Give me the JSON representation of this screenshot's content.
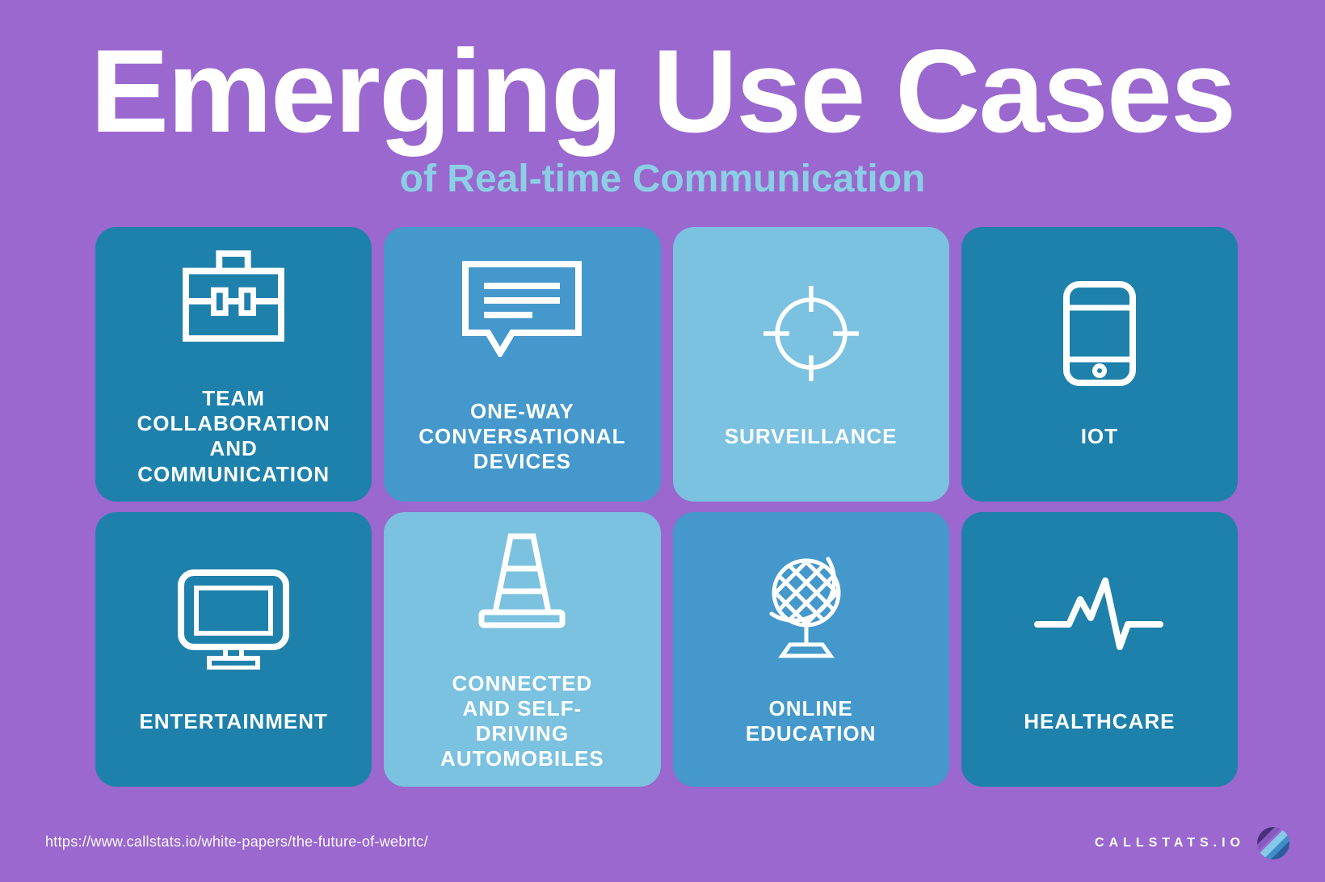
{
  "page": {
    "title": "Emerging Use Cases",
    "subtitle": "of Real-time Communication",
    "footer_url": "https://www.callstats.io/white-papers/the-future-of-webrtc/",
    "brand": "CALLSTATS.IO"
  },
  "colors": {
    "background_purple": "#9a68ce",
    "card_dark_teal": "#1e81ab",
    "card_medium_blue": "#4498cb",
    "card_light_blue": "#7bc1e0",
    "subtitle_blue": "#8bcfe4",
    "text_white": "#ffffff",
    "logo_stripes": [
      "#463077",
      "#8859c0",
      "#85c8e8",
      "#3e8ec9",
      "#2c5d9d"
    ]
  },
  "cards": [
    {
      "label": "TEAM COLLABORATION AND COMMUNICATION",
      "icon": "briefcase-icon",
      "tone": "dark"
    },
    {
      "label": "ONE-WAY CONVERSATIONAL DEVICES",
      "icon": "chat-bubble-icon",
      "tone": "medium"
    },
    {
      "label": "SURVEILLANCE",
      "icon": "crosshair-icon",
      "tone": "light"
    },
    {
      "label": "IOT",
      "icon": "smartphone-icon",
      "tone": "dark"
    },
    {
      "label": "ENTERTAINMENT",
      "icon": "monitor-icon",
      "tone": "dark"
    },
    {
      "label": "CONNECTED AND SELF-DRIVING AUTOMOBILES",
      "icon": "traffic-cone-icon",
      "tone": "light"
    },
    {
      "label": "ONLINE EDUCATION",
      "icon": "desk-globe-icon",
      "tone": "medium"
    },
    {
      "label": "HEALTHCARE",
      "icon": "heartbeat-icon",
      "tone": "dark"
    }
  ]
}
